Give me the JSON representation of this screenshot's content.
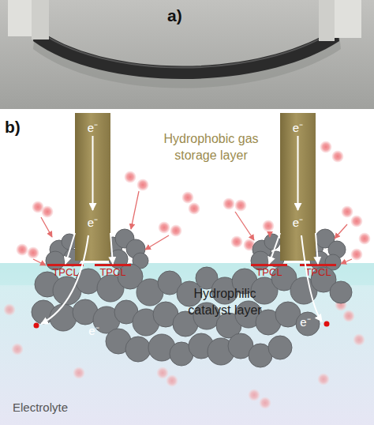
{
  "diagram": {
    "nodes": [
      {
        "text": [
          "e⁻",
          "e⁻"
        ]
      },
      {
        "text": [
          "TPCL"
        ]
      },
      {
        "text": [
          "TPCL"
        ]
      },
      {
        "text": [
          "e⁻",
          "e⁻"
        ]
      },
      {
        "text": [
          "TPCL"
        ]
      },
      {
        "text": [
          "TPCL"
        ]
      }
    ],
    "edges": [
      {
        "from": 0,
        "to": 1,
        "arrow": "to"
      },
      {
        "from": 0,
        "to": 2,
        "arrow": "to"
      },
      {
        "from": 3,
        "to": 4,
        "arrow": "to"
      },
      {
        "from": 3,
        "to": 5,
        "arrow": "to"
      }
    ],
    "labels": [
      "a)",
      "b)",
      "Hydrophobic gas storage layer",
      "e⁻",
      "Hydrophilic catalyst layer",
      "e⁻",
      "Electrolyte"
    ]
  }
}
